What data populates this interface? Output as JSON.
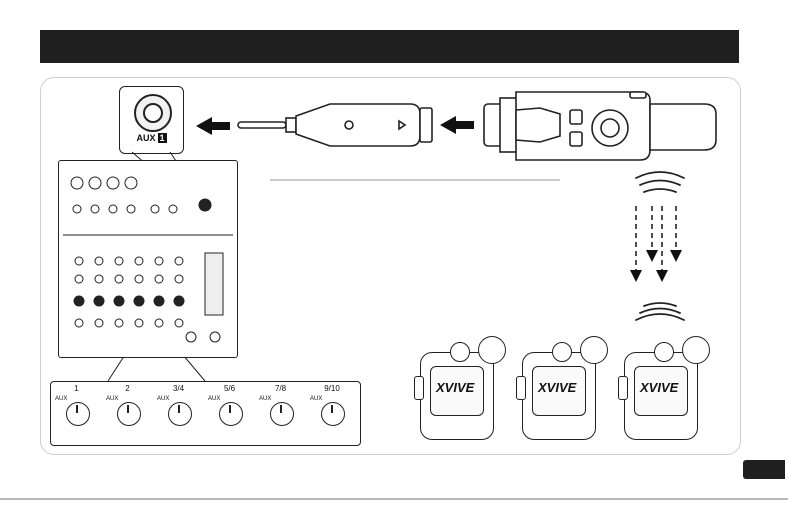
{
  "aux_zoom": {
    "prefix": "AUX",
    "number": "1"
  },
  "channel_labels": [
    "1",
    "2",
    "3/4",
    "5/6",
    "7/8",
    "9/10"
  ],
  "aux_knob_label": "AUX",
  "transmitter_label": "",
  "receiver_brand": "XVIVE",
  "colors": {
    "bar": "#1f1f1f",
    "line": "#222222",
    "panel_border": "#cfcfcf"
  }
}
